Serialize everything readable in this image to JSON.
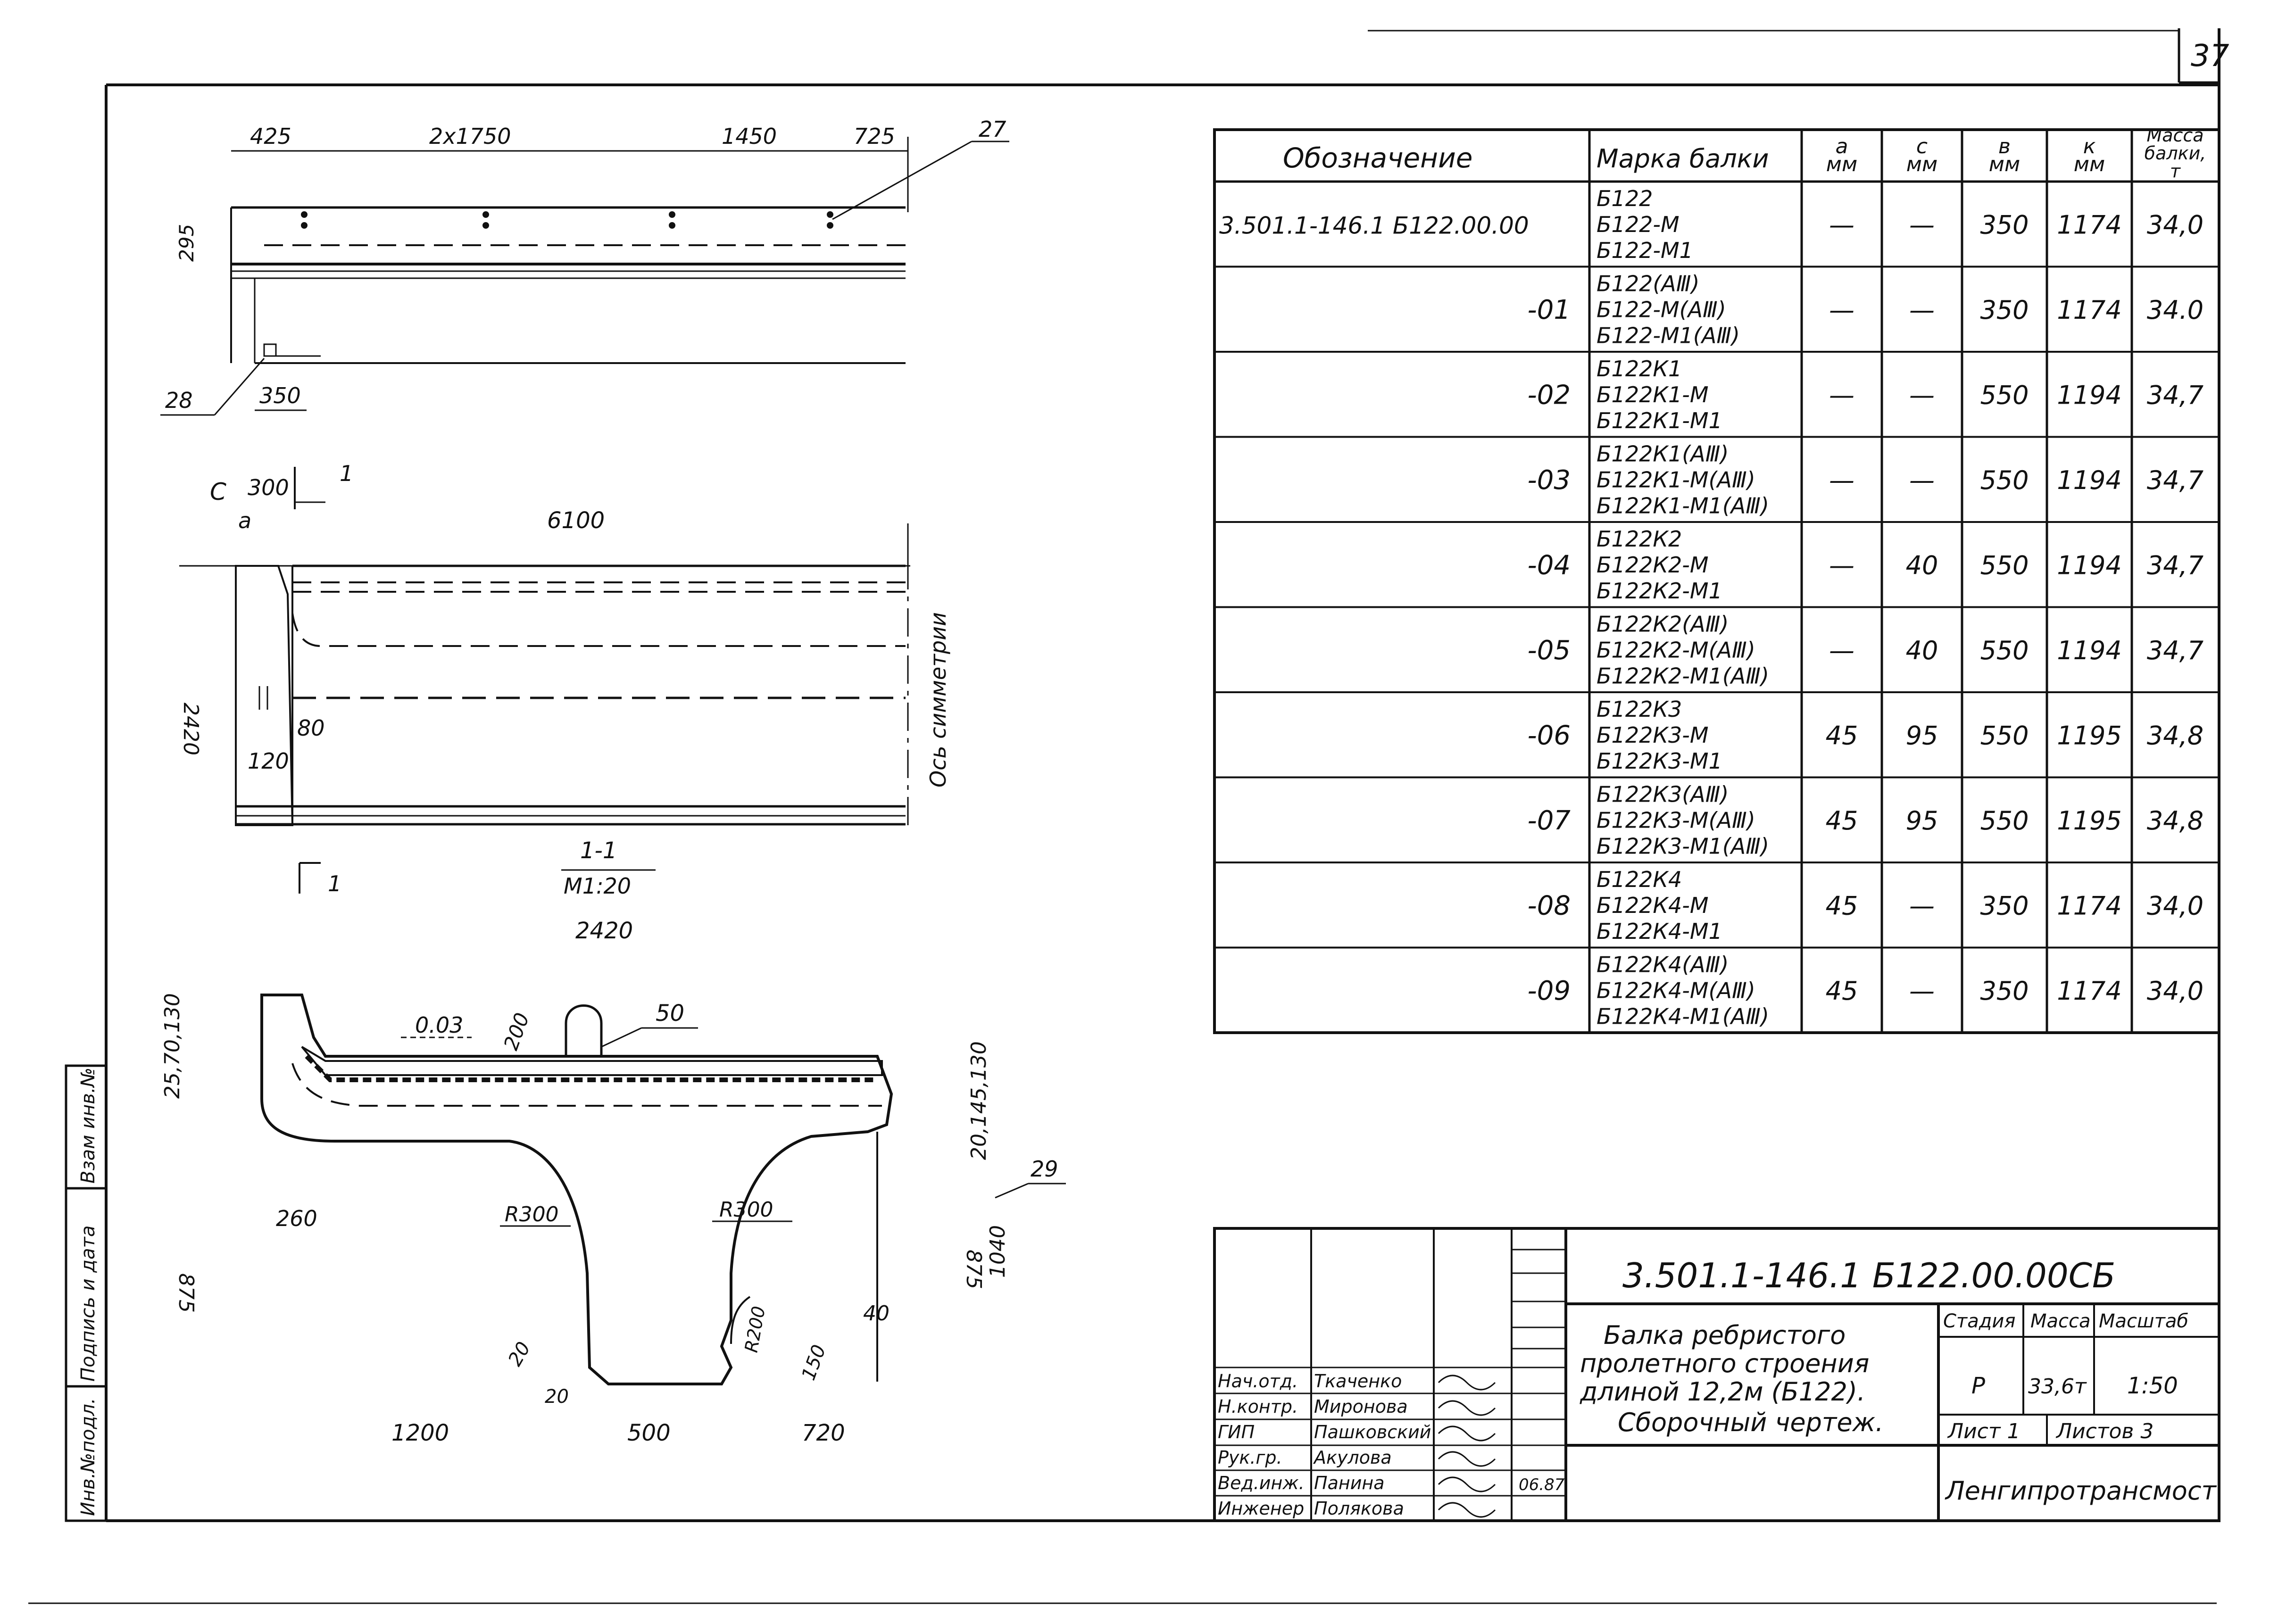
{
  "sheet_number": "37",
  "elevation": {
    "dim_segments": [
      "425",
      "2x1750",
      "1450",
      "725"
    ],
    "callout_top": "27",
    "callout_bottom": "28",
    "height_dim": "295",
    "bearing_dim": "350"
  },
  "half_view": {
    "section_marker": "1",
    "dim_c": "C",
    "dim_300": "300",
    "dim_a": "a",
    "length": "6100",
    "height": "2420",
    "dim_80": "80",
    "dim_120": "120",
    "axis_label": "Ось симметрии",
    "section_title": "1-1",
    "section_scale": "M1:20"
  },
  "cross_section": {
    "width": "2420",
    "slope": "0.03",
    "dim_200": "200",
    "dim_50": "50",
    "left_stack": "25,70,130",
    "right_stack": "20,145,130",
    "dim_260": "260",
    "fillet_left": "R300",
    "fillet_right": "R300",
    "dim_875_left": "875",
    "dim_875_right": "875",
    "dim_1040": "1040",
    "callout_29": "29",
    "fillet_small": "R200",
    "dim_40": "40",
    "dim_20a": "20",
    "dim_20b": "20",
    "dim_150": "150",
    "bottom_dims": [
      "1200",
      "500",
      "720"
    ]
  },
  "margin_stamp": [
    "Инв.№подл.",
    "Подпись и дата",
    "Взам инв.№"
  ],
  "table": {
    "headers": {
      "designation": "Обозначение",
      "mark": "Марка балки",
      "a": "a\nмм",
      "c": "c\nмм",
      "b": "в\nмм",
      "k": "к\nмм",
      "mass": "Масса\nбалки,\nт"
    },
    "rows": [
      {
        "designation": "3.501.1-146.1   Б122.00.00",
        "marks": [
          "Б122",
          "Б122-М",
          "Б122-М1"
        ],
        "a": "—",
        "c": "—",
        "b": "350",
        "k": "1174",
        "mass": "34,0"
      },
      {
        "designation": "-01",
        "marks": [
          "Б122(АⅢ)",
          "Б122-М(АⅢ)",
          "Б122-М1(АⅢ)"
        ],
        "a": "—",
        "c": "—",
        "b": "350",
        "k": "1174",
        "mass": "34.0"
      },
      {
        "designation": "-02",
        "marks": [
          "Б122К1",
          "Б122К1-М",
          "Б122К1-М1"
        ],
        "a": "—",
        "c": "—",
        "b": "550",
        "k": "1194",
        "mass": "34,7"
      },
      {
        "designation": "-03",
        "marks": [
          "Б122К1(АⅢ)",
          "Б122К1-М(АⅢ)",
          "Б122К1-М1(АⅢ)"
        ],
        "a": "—",
        "c": "—",
        "b": "550",
        "k": "1194",
        "mass": "34,7"
      },
      {
        "designation": "-04",
        "marks": [
          "Б122К2",
          "Б122К2-М",
          "Б122К2-М1"
        ],
        "a": "—",
        "c": "40",
        "b": "550",
        "k": "1194",
        "mass": "34,7"
      },
      {
        "designation": "-05",
        "marks": [
          "Б122К2(АⅢ)",
          "Б122К2-М(АⅢ)",
          "Б122К2-М1(АⅢ)"
        ],
        "a": "—",
        "c": "40",
        "b": "550",
        "k": "1194",
        "mass": "34,7"
      },
      {
        "designation": "-06",
        "marks": [
          "Б122К3",
          "Б122К3-М",
          "Б122К3-М1"
        ],
        "a": "45",
        "c": "95",
        "b": "550",
        "k": "1195",
        "mass": "34,8"
      },
      {
        "designation": "-07",
        "marks": [
          "Б122К3(АⅢ)",
          "Б122К3-М(АⅢ)",
          "Б122К3-М1(АⅢ)"
        ],
        "a": "45",
        "c": "95",
        "b": "550",
        "k": "1195",
        "mass": "34,8"
      },
      {
        "designation": "-08",
        "marks": [
          "Б122К4",
          "Б122К4-М",
          "Б122К4-М1"
        ],
        "a": "45",
        "c": "—",
        "b": "350",
        "k": "1174",
        "mass": "34,0"
      },
      {
        "designation": "-09",
        "marks": [
          "Б122К4(АⅢ)",
          "Б122К4-М(АⅢ)",
          "Б122К4-М1(АⅢ)"
        ],
        "a": "45",
        "c": "—",
        "b": "350",
        "k": "1174",
        "mass": "34,0"
      }
    ]
  },
  "title_block": {
    "code": "3.501.1-146.1   Б122.00.00СБ",
    "title_lines": [
      "Балка ребристого",
      "пролетного строения",
      "длиной 12,2м (Б122).",
      "Сборочный чертеж."
    ],
    "labels": {
      "stage": "Стадия",
      "mass": "Масса",
      "scale": "Масштаб",
      "sheet": "Лист 1",
      "sheets": "Листов 3"
    },
    "values": {
      "stage": "Р",
      "mass": "33,6т",
      "scale": "1:50"
    },
    "org": "Ленгипротрансмост",
    "date": "06.87",
    "signatures": [
      {
        "role": "Нач.отд.",
        "name": "Ткаченко"
      },
      {
        "role": "Н.контр.",
        "name": "Миронова"
      },
      {
        "role": "ГИП",
        "name": "Пашковский"
      },
      {
        "role": "Рук.гр.",
        "name": "Акулова"
      },
      {
        "role": "Вед.инж.",
        "name": "Панина"
      },
      {
        "role": "Инженер",
        "name": "Полякова"
      }
    ]
  }
}
